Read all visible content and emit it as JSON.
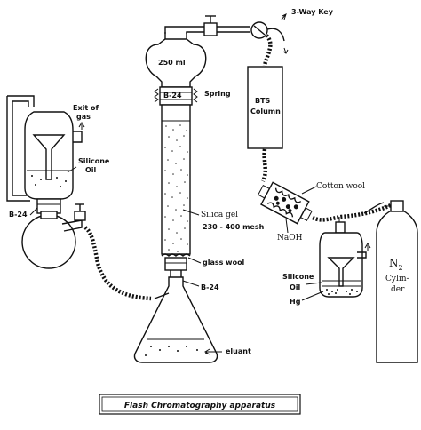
{
  "labels": {
    "three_way_key": "3-Way Key",
    "flask_volume": "250 ml",
    "joint_top": "B-24",
    "spring": "Spring",
    "exit_of_gas_1": "Exit of",
    "exit_of_gas_2": "gas",
    "bts_1": "BTS",
    "bts_2": "Column",
    "cotton_wool": "Cotton wool",
    "naoh": "NaOH",
    "silicone_oil_left_1": "Silicone",
    "silicone_oil_left_2": "Oil",
    "joint_left": "B-24",
    "silica_gel_1": "Silica gel",
    "silica_gel_2": "230 - 400 mesh",
    "glass_wool": "glass wool",
    "joint_bottom": "B-24",
    "eluant": "eluant",
    "silicone_oil_right_1": "Silicone",
    "silicone_oil_right_2": "Oil",
    "hg": "Hg",
    "n2": "N",
    "n2_sub": "2",
    "cylinder_1": "Cylin-",
    "cylinder_2": "der"
  },
  "caption": "Flash Chromatography apparatus"
}
